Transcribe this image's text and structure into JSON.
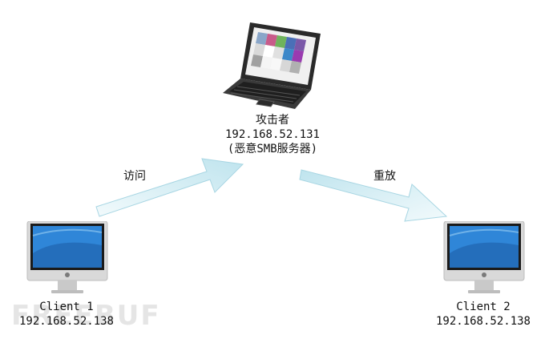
{
  "attacker": {
    "role": "攻击者",
    "ip": "192.168.52.131",
    "desc": "(恶意SMB服务器)"
  },
  "client1": {
    "name": "Client 1",
    "ip": "192.168.52.138"
  },
  "client2": {
    "name": "Client 2",
    "ip": "192.168.52.138"
  },
  "arrows": {
    "access": "访问",
    "replay": "重放"
  },
  "watermark": "FREEBUF",
  "colors": {
    "arrow_fill": "#cfeaf2",
    "arrow_stroke": "#9fd0df",
    "laptop_body": "#2b2b2b",
    "monitor_bezel": "#1e1e1e",
    "monitor_screen": "#2f86d8",
    "stand": "#c8c8c8"
  },
  "icons": {
    "attacker": "laptop-icon",
    "client1": "imac-icon",
    "client2": "imac-icon",
    "access_arrow": "arrow-up-right-icon",
    "replay_arrow": "arrow-down-right-icon"
  }
}
